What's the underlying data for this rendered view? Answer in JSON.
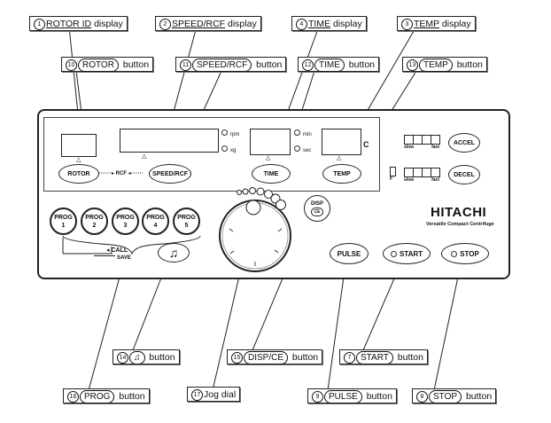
{
  "callouts": {
    "c1": {
      "num": "1",
      "label": "ROTOR ID",
      "suffix": " display"
    },
    "c2": {
      "num": "2",
      "label": "SPEED/RCF",
      "suffix": " display"
    },
    "c3": {
      "num": "4",
      "label": "TIME",
      "suffix": " display"
    },
    "c4": {
      "num": "3",
      "label": "TEMP",
      "suffix": " display"
    },
    "c5": {
      "num": "10",
      "label": "ROTOR",
      "suffix": " button"
    },
    "c6": {
      "num": "11",
      "label": "SPEED/RCF",
      "suffix": " button"
    },
    "c7": {
      "num": "12",
      "label": "TIME",
      "suffix": " button"
    },
    "c8": {
      "num": "13",
      "label": "TEMP",
      "suffix": " button"
    },
    "c9": {
      "num": "14",
      "label": "♫",
      "suffix": " button"
    },
    "c10": {
      "num": "15",
      "label": "DISP/CE",
      "suffix": " button"
    },
    "c11": {
      "num": "7",
      "label": "START",
      "suffix": " button"
    },
    "c12": {
      "num": "16",
      "label": "PROG",
      "suffix": " button"
    },
    "c13": {
      "num": "17",
      "label": "",
      "suffix": "Jog dial"
    },
    "c14": {
      "num": "9",
      "label": "PULSE",
      "suffix": " button"
    },
    "c15": {
      "num": "8",
      "label": "STOP",
      "suffix": " button"
    }
  },
  "panel": {
    "units": {
      "rpm": "rpm",
      "xg": "xg",
      "min": "min",
      "sec": "sec",
      "c": "C",
      "f": "F"
    },
    "buttons": {
      "rotor": "ROTOR",
      "rcf": "RCF",
      "speed_rcf": "SPEED/RCF",
      "time": "TIME",
      "temp": "TEMP",
      "accel": "ACCEL",
      "decel": "DECEL",
      "pulse": "PULSE",
      "start": "START",
      "stop": "STOP",
      "disp": "DISP",
      "ce": "CE",
      "music": "♫"
    },
    "accel_slow": "slow",
    "accel_fast": "fast",
    "decel_slow": "slow",
    "decel_fast": "fast",
    "prog": [
      {
        "label": "PROG",
        "n": "1"
      },
      {
        "label": "PROG",
        "n": "2"
      },
      {
        "label": "PROG",
        "n": "3"
      },
      {
        "label": "PROG",
        "n": "4"
      },
      {
        "label": "PROG",
        "n": "5"
      }
    ],
    "call": "CALL",
    "save": "SAVE",
    "brand": "HITACHI",
    "tagline": "Versatile Compact Centrifuge"
  }
}
